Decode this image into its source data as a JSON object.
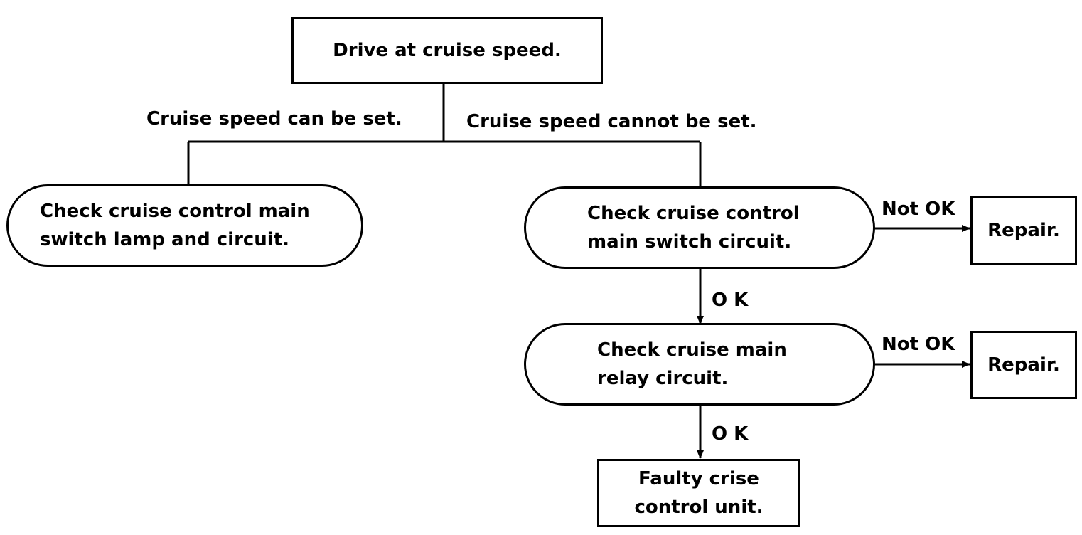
{
  "diagram": {
    "start": "Drive at cruise speed.",
    "branch_yes_label": "Cruise speed can be set.",
    "branch_no_label": "Cruise speed cannot be set.",
    "check_lamp": "Check cruise control main\nswitch lamp and circuit.",
    "check_switch": "Check cruise control\nmain switch circuit.",
    "check_relay": "Check cruise main\nrelay circuit.",
    "repair_1": "Repair.",
    "repair_2": "Repair.",
    "faulty_unit": "Faulty crise\ncontrol unit.",
    "not_ok_1": "Not OK",
    "not_ok_2": "Not OK",
    "ok_1": "O K",
    "ok_2": "O K"
  },
  "colors": {
    "line": "#000000",
    "background": "#ffffff"
  }
}
